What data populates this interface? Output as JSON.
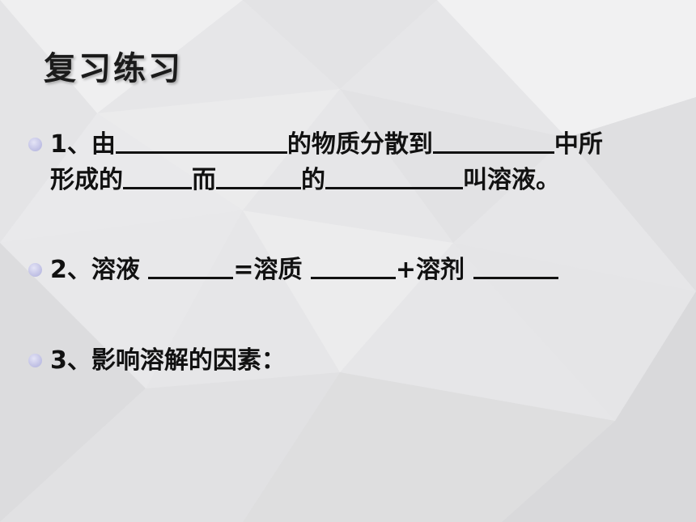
{
  "slide": {
    "title": "复习练习",
    "items": [
      {
        "number": "1",
        "separator": "、",
        "line1": {
          "t1": "由",
          "t2": "的物质分散到",
          "t3": "中所"
        },
        "line2": {
          "t1": "形成的",
          "t2": "而",
          "t3": "的",
          "t4": "叫溶液。"
        }
      },
      {
        "number": "2",
        "separator": "、",
        "t1": "溶液 ",
        "t2": "=溶质 ",
        "t3": "+溶剂 "
      },
      {
        "number": "3",
        "separator": "、",
        "text": "影响溶解的因素："
      }
    ]
  },
  "colors": {
    "bullet": "#c3c3e6",
    "text": "#111111",
    "background": "#e9e9ea"
  }
}
